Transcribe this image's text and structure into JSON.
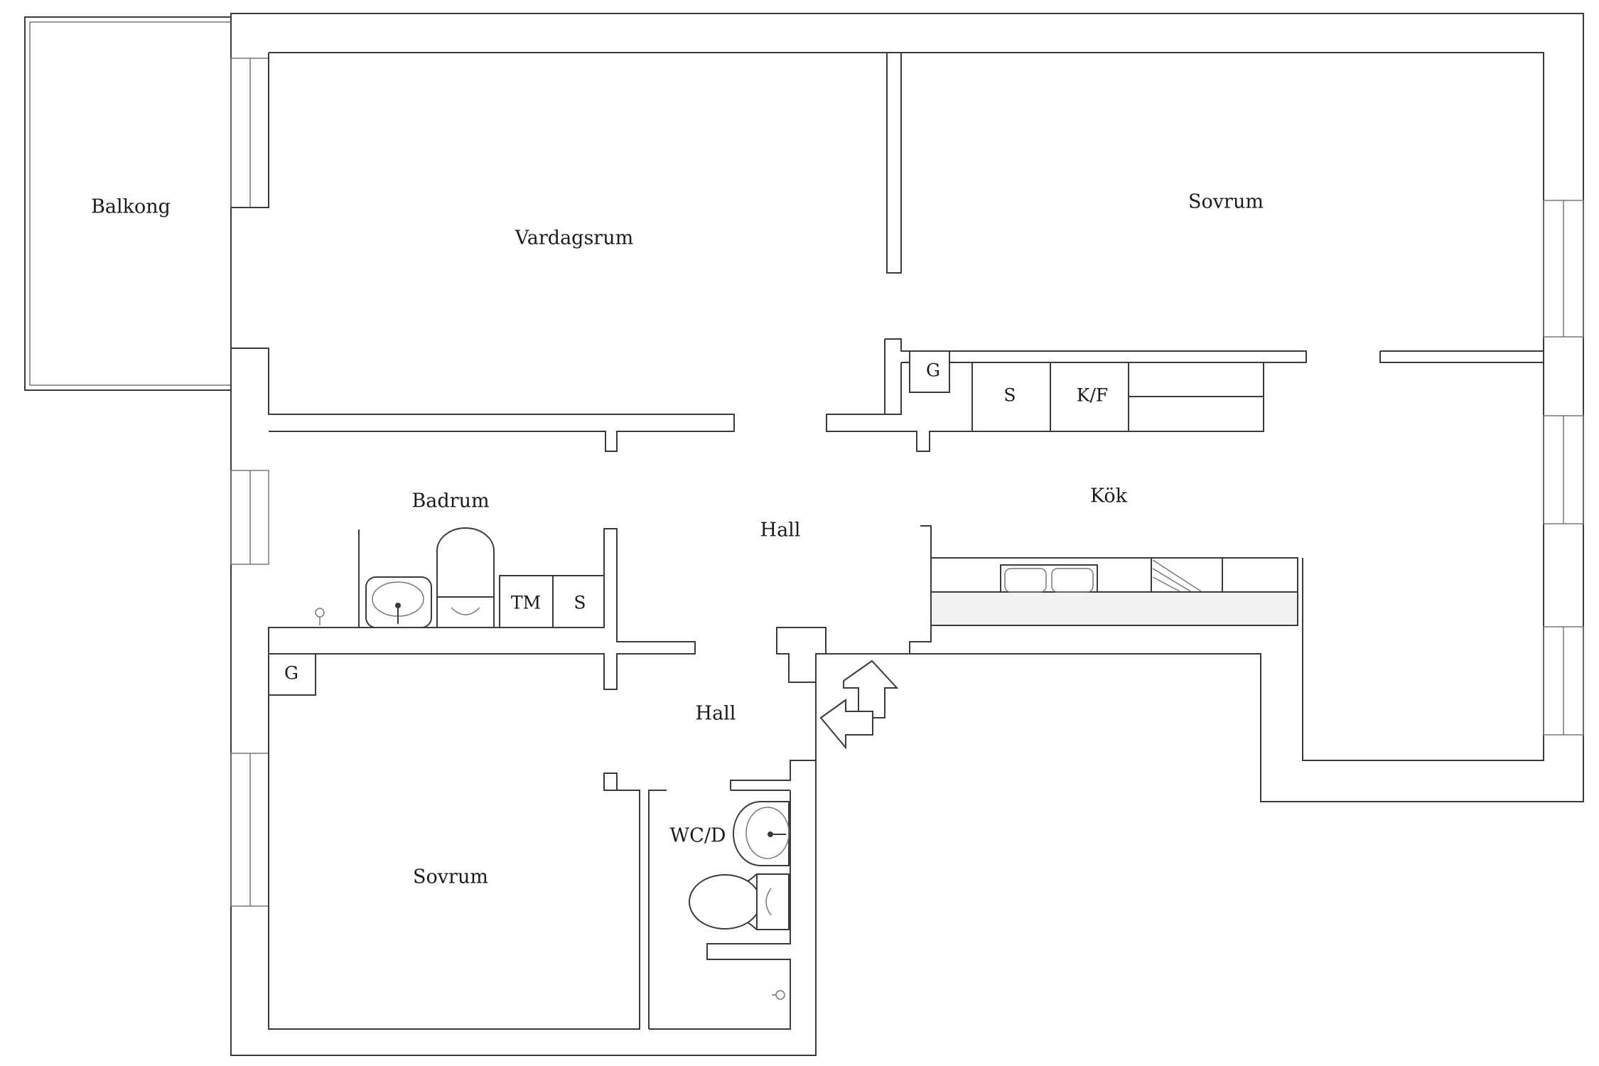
{
  "rooms": {
    "balkong": "Balkong",
    "vardagsrum": "Vardagsrum",
    "sovrum_top": "Sovrum",
    "badrum": "Badrum",
    "hall_upper": "Hall",
    "kok": "Kök",
    "hall_lower": "Hall",
    "wc_d": "WC/D",
    "sovrum_bottom": "Sovrum"
  },
  "fixtures": {
    "g_kitchen": "G",
    "s_kitchen": "S",
    "kf_kitchen": "K/F",
    "tm_bath": "TM",
    "s_bath": "S",
    "g_bedroom": "G"
  },
  "colors": {
    "wall": "#3a3a3a",
    "background": "#ffffff"
  }
}
